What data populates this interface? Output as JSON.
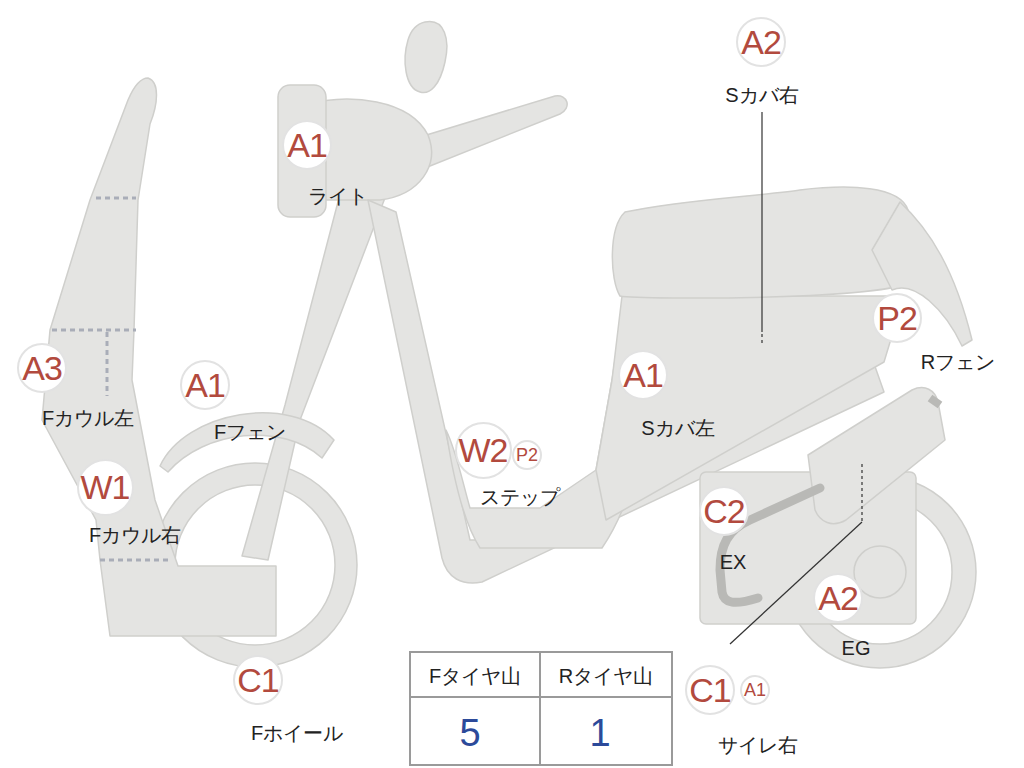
{
  "diagram": {
    "nodes": [
      {
        "text": [
          "A2",
          "Sカバ右"
        ]
      },
      {
        "text": [
          "A1",
          "ライト"
        ]
      },
      {
        "text": [
          "P2",
          "Rフェン"
        ]
      },
      {
        "text": [
          "A3",
          "Fカウル左"
        ]
      },
      {
        "text": [
          "A1",
          "Sカバ左"
        ]
      },
      {
        "text": [
          "A1",
          "Fフェン"
        ]
      },
      {
        "text": [
          "W2",
          "ステップ"
        ]
      },
      {
        "text": [
          "P2"
        ]
      },
      {
        "text": [
          "W1",
          "Fカウル右"
        ]
      },
      {
        "text": [
          "C2",
          "EX"
        ]
      },
      {
        "text": [
          "A2",
          "EG"
        ]
      },
      {
        "text": [
          "C1",
          "Fホイール"
        ]
      },
      {
        "text": [
          "C1",
          "サイレ右"
        ]
      },
      {
        "text": [
          "A1"
        ]
      }
    ],
    "labels": [
      "Fタイヤ山",
      "Rタイヤ山",
      "5",
      "1"
    ]
  }
}
